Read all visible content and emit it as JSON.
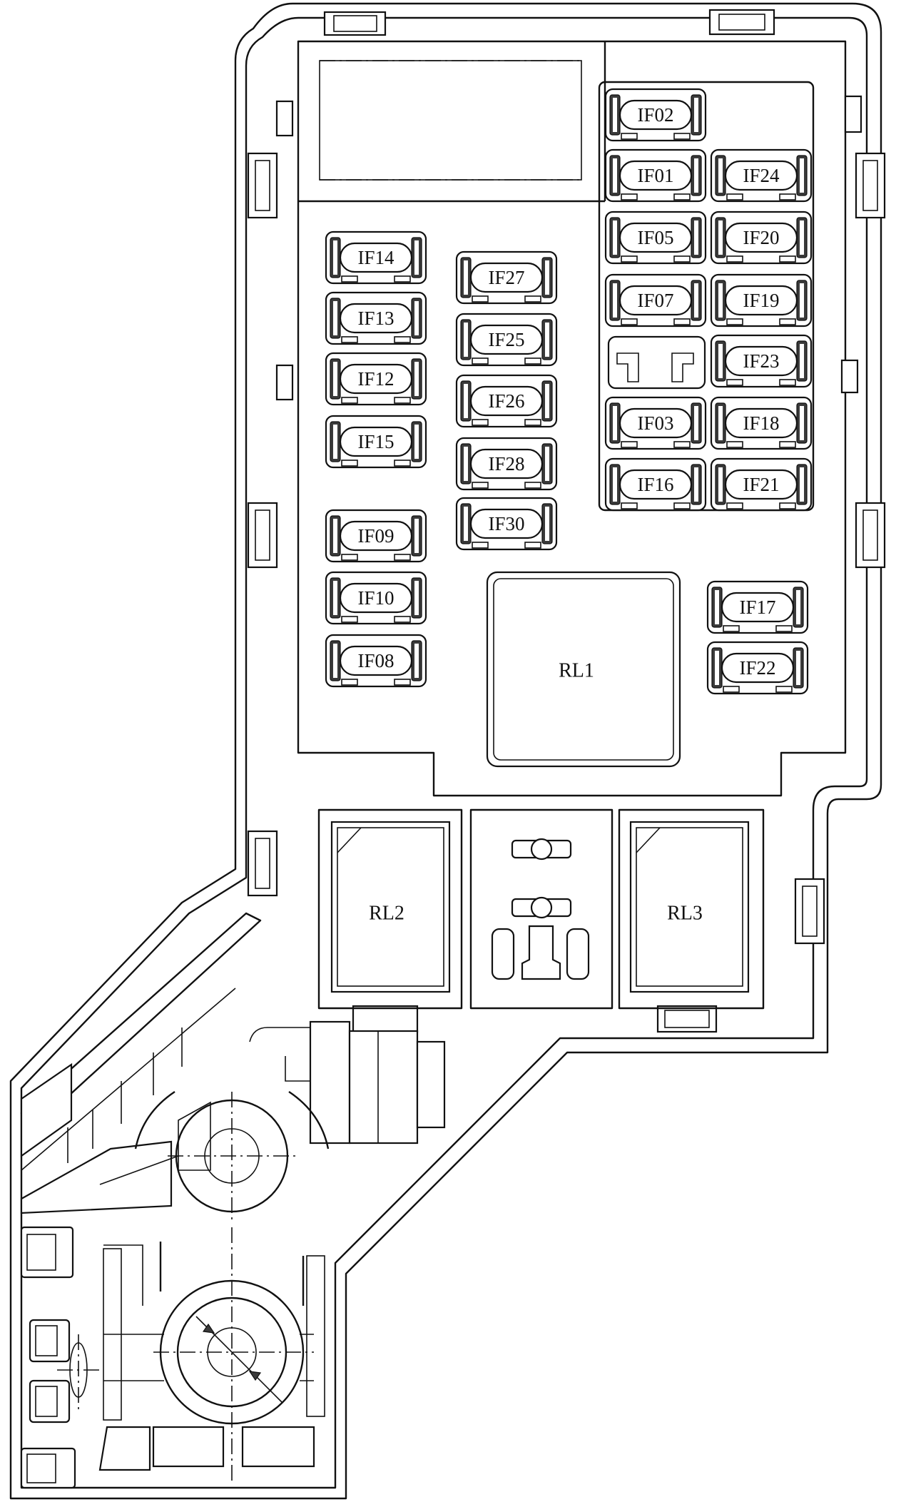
{
  "fuses": {
    "IF02": "IF02",
    "IF01": "IF01",
    "IF24": "IF24",
    "IF05": "IF05",
    "IF20": "IF20",
    "IF07": "IF07",
    "IF19": "IF19",
    "IF23": "IF23",
    "IF03": "IF03",
    "IF18": "IF18",
    "IF16": "IF16",
    "IF21": "IF21",
    "IF14": "IF14",
    "IF13": "IF13",
    "IF12": "IF12",
    "IF15": "IF15",
    "IF27": "IF27",
    "IF25": "IF25",
    "IF26": "IF26",
    "IF28": "IF28",
    "IF30": "IF30",
    "IF09": "IF09",
    "IF10": "IF10",
    "IF08": "IF08",
    "IF17": "IF17",
    "IF22": "IF22"
  },
  "relays": {
    "RL1": "RL1",
    "RL2": "RL2",
    "RL3": "RL3"
  }
}
